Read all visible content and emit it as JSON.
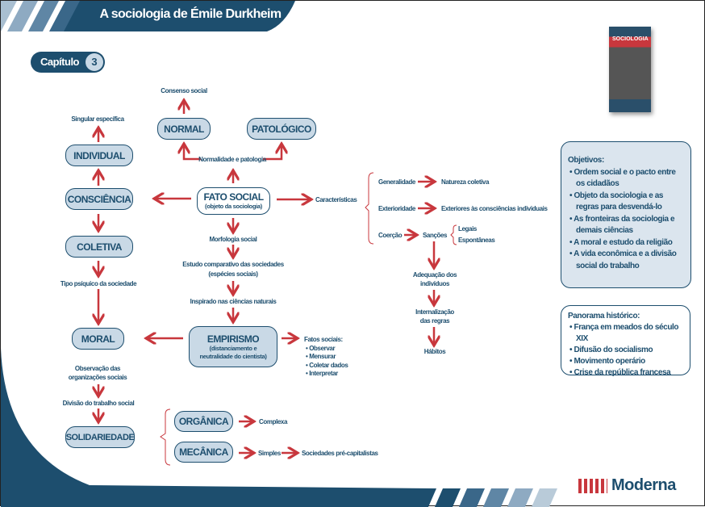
{
  "header": {
    "title": "A sociologia de Émile Durkheim",
    "chapter_label": "Capítulo",
    "chapter_number": "3"
  },
  "colors": {
    "primary": "#1d4e6e",
    "node_fill": "#c9d9e6",
    "arrow": "#c8373d"
  },
  "left": {
    "singular": "Singular específica",
    "individual": "INDIVIDUAL",
    "consciencia": "CONSCIÊNCIA",
    "coletiva": "COLETIVA",
    "tipo": "Tipo psíquico da sociedade",
    "moral": "MORAL",
    "observacao": [
      "Observação das",
      "organizações sociais"
    ],
    "divisao": "Divisão do trabalho social",
    "solidariedade": "SOLIDARIEDADE"
  },
  "center": {
    "consenso": "Consenso social",
    "normal": "NORMAL",
    "patologico": "PATOLÓGICO",
    "normalidade": "Normalidade e patologia",
    "fato_social": "FATO SOCIAL",
    "fato_social_sub": "(objeto da sociologia)",
    "morfologia": "Morfologia social",
    "estudo": [
      "Estudo comparativo das sociedades",
      "(espécies sociais)"
    ],
    "inspirado": "Inspirado nas ciências naturais",
    "empirismo": "EMPIRISMO",
    "empirismo_sub": [
      "(distanciamento e",
      "neutralidade do cientista)"
    ],
    "fatos_sociais": "Fatos sociais:",
    "fatos_items": [
      "Observar",
      "Mensurar",
      "Coletar dados",
      "Interpretar"
    ]
  },
  "solidarity": {
    "organica": "ORGÂNICA",
    "complexa": "Complexa",
    "mecanica": "MECÂNICA",
    "simples": "Simples",
    "pre": "Sociedades pré-capitalistas"
  },
  "characteristics": {
    "label": "Características",
    "generalidade": "Generalidade",
    "natureza": "Natureza coletiva",
    "exterioridade": "Exterioridade",
    "exteriores": "Exteriores às consciências individuais",
    "coercao": "Coerção",
    "sancoes": "Sanções",
    "legais": "Legais",
    "espontaneas": "Espontâneas",
    "adequacao": [
      "Adequação dos",
      "indivíduos"
    ],
    "internalizacao": [
      "Internalização",
      "das regras"
    ],
    "habitos": "Hábitos"
  },
  "objectives": {
    "title": "Objetivos:",
    "items": [
      "Ordem social e o pacto entre os cidadãos",
      "Objeto da sociologia e as regras para desvendá-lo",
      "As fronteiras da sociologia e demais ciências",
      "A moral e estudo da religião",
      "A vida econômica e a divisão social do trabalho"
    ]
  },
  "panorama": {
    "title": "Panorama histórico:",
    "items": [
      "França em meados do século XIX",
      "Difusão do socialismo",
      "Movimento operário",
      "Crise da república francesa"
    ]
  },
  "book": {
    "title": "SOCIOLOGIA"
  },
  "logo": {
    "text": "Moderna"
  }
}
